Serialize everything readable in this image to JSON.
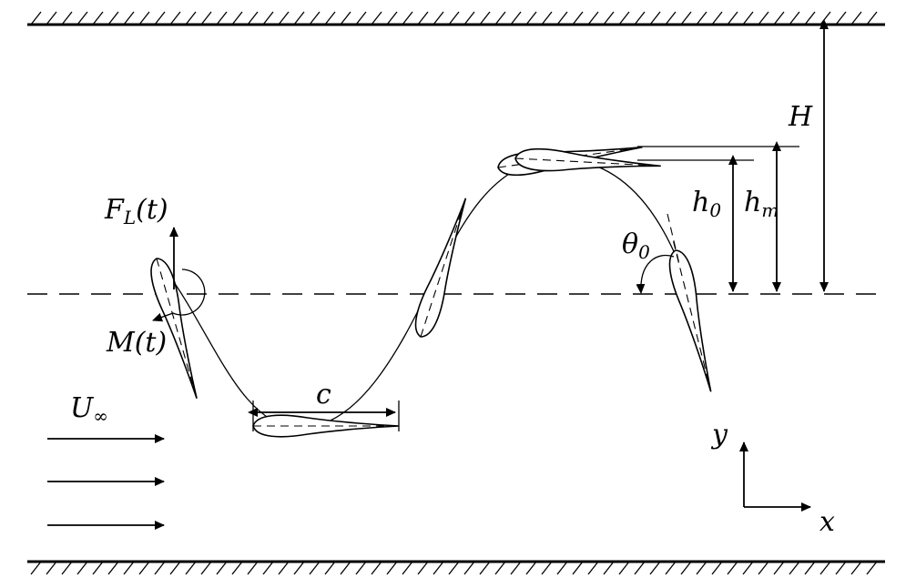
{
  "labels": {
    "channel_height": "H",
    "heave_amplitude": "h",
    "heave_amplitude_sub": "0",
    "max_height": "h",
    "max_height_sub": "m",
    "pitch_amplitude": "θ",
    "pitch_amplitude_sub": "0",
    "chord": "c",
    "lift_force": "F",
    "lift_force_sub": "L",
    "lift_force_arg": "(t)",
    "moment": "M(t)",
    "freestream": "U",
    "freestream_sub": "∞",
    "axis_x": "x",
    "axis_y": "y"
  }
}
